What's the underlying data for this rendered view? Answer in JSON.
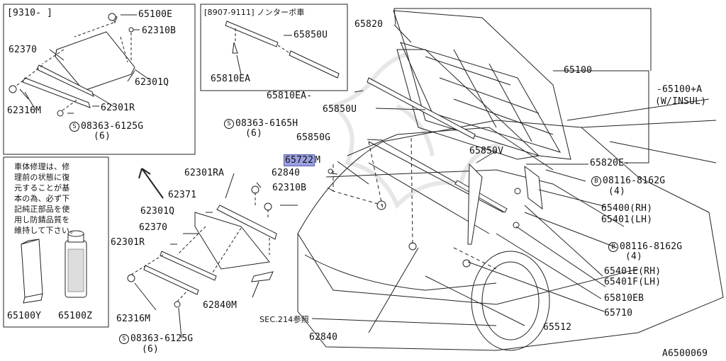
{
  "inset_top": {
    "header": "[9310-      ]",
    "labels": {
      "clip": "65100E",
      "grommet": "62310B",
      "panel": "62370",
      "strip_upper": "62301Q",
      "clamp": "62316M",
      "strip_lower": "62301R",
      "screw_code": "S",
      "screw": "08363-6125G",
      "screw_qty": "(6)"
    }
  },
  "inset_turbo": {
    "header": "[8907-9111] ノンターボ車",
    "labels": {
      "seal": "65850U",
      "clip": "65810EA"
    }
  },
  "notice": {
    "text": [
      "車体修理は、修",
      "理前の状態に復",
      "元することが基",
      "本の為、必ず下",
      "記純正部品を使",
      "用し防錆品質を",
      "維持して下さい。"
    ],
    "tube_part": "65100Y",
    "can_part": "65100Z"
  },
  "main": {
    "labels": {
      "hood_panel": "65820",
      "hood": "65100",
      "hood_insul": "65100+A",
      "hood_insul_note": "(W/INSUL)",
      "hood_panel_e": "65820E",
      "clip_ea": "65810EA",
      "seal_u": "65850U",
      "seal_g": "65850G",
      "seal_v": "65850V",
      "lock_highlight": "65722",
      "lock_suffix": "M",
      "bumper_62840": "62840",
      "grommet_62310b": "62310B",
      "strip_ra": "62301RA",
      "panel_62371": "62371",
      "strip_q": "62301Q",
      "panel_62370": "62370",
      "strip_r": "62301R",
      "clamp_62316m": "62316M",
      "plate_62840m": "62840M",
      "sec_ref": "SEC.214参照",
      "bottom_62840": "62840",
      "screw_top_code": "S",
      "screw_top": "08363-6165H",
      "screw_top_qty": "(6)",
      "screw_bot_code": "S",
      "screw_bot": "08363-6125G",
      "screw_bot_qty": "(6)",
      "bolt_top_code": "B",
      "bolt_top": "08116-8162G",
      "bolt_top_qty": "(4)",
      "hinge_rh": "65400(RH)",
      "hinge_lh": "65401(LH)",
      "bolt_bot_code": "B",
      "bolt_bot": "08116-8162G",
      "bolt_bot_qty": "(4)",
      "hinge_e_rh": "65401E(RH)",
      "hinge_f_lh": "65401F(LH)",
      "clip_eb": "65810EB",
      "cable": "65710",
      "lever": "65512"
    }
  },
  "diagram_id": "A6500069"
}
